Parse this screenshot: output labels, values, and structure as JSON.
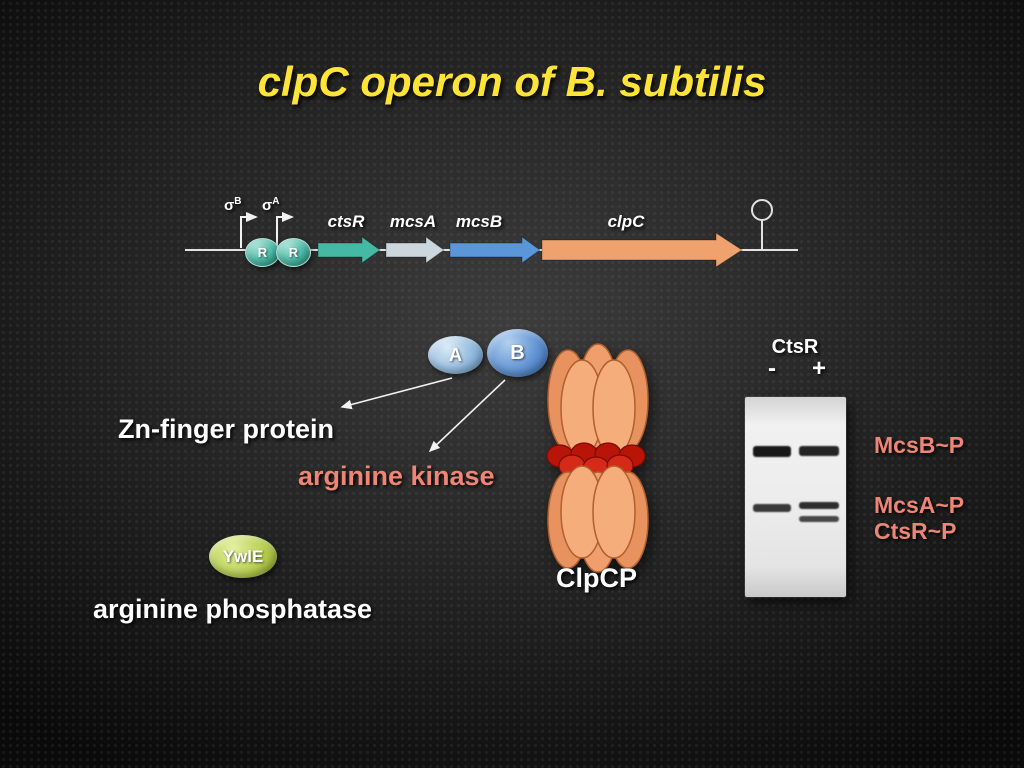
{
  "title": {
    "gene": "clpC",
    "middle": " operon of ",
    "species": "B. subtilis"
  },
  "operon": {
    "sigma_b": {
      "base": "σ",
      "sup": "B"
    },
    "sigma_a": {
      "base": "σ",
      "sup": "A"
    },
    "repressor_left": "R",
    "repressor_right": "R",
    "genes": [
      {
        "label": "ctsR",
        "color": "#45b9a4"
      },
      {
        "label": "mcsA",
        "color": "#ccd6dd"
      },
      {
        "label": "mcsB",
        "color": "#5b97d8"
      },
      {
        "label": "clpC",
        "color": "#efa26e"
      }
    ]
  },
  "complex": {
    "subunit_a": "A",
    "subunit_b": "B",
    "zn_finger_label": "Zn-finger protein",
    "arginine_kinase_label": "arginine kinase",
    "clpcp_label": "ClpCP"
  },
  "phosphatase": {
    "enzyme": "YwlE",
    "label": "arginine phosphatase"
  },
  "gel": {
    "header": "CtsR",
    "lane_minus": "-",
    "lane_plus": "+",
    "band_labels": [
      "McsB~P",
      "McsA~P",
      "CtsR~P"
    ]
  },
  "colors": {
    "title_yellow": "#ffe438",
    "salmon_text": "#ee8575",
    "repressor_teal": "#45b9a4",
    "subunit_a_blue": "#8fb8dc",
    "subunit_b_blue": "#5c8fd0",
    "ywle_green": "#b5cc4e",
    "clpc_orange": "#f2a26e",
    "clpp_red": "#d42616",
    "gel_background": "#ececec"
  }
}
